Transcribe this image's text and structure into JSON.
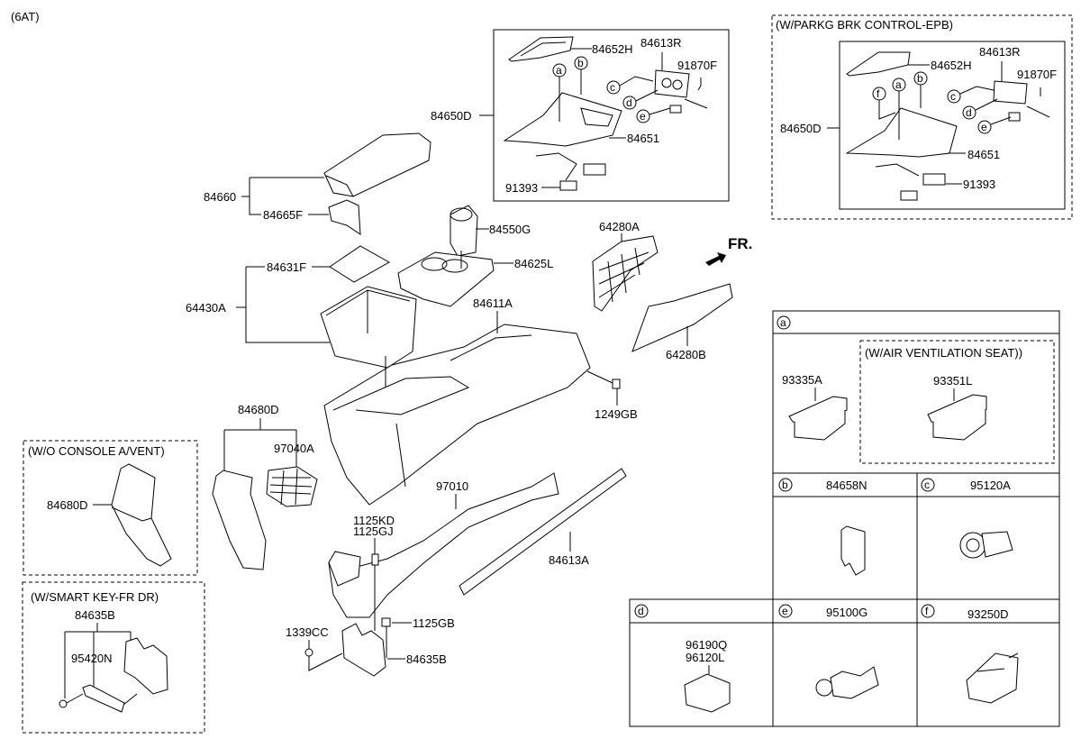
{
  "diagram": {
    "variant_note": "(6AT)",
    "direction_label": "FR.",
    "main_labels": {
      "p84660": "84660",
      "p84665F": "84665F",
      "p84631F": "84631F",
      "p64430A": "64430A",
      "p84550G": "84550G",
      "p84625L": "84625L",
      "p84611A": "84611A",
      "p64280A": "64280A",
      "p64280B": "64280B",
      "p1249GB": "1249GB",
      "p84680D": "84680D",
      "p97040A": "97040A",
      "p97010": "97010",
      "p1125KD": "1125KD",
      "p1125GJ": "1125GJ",
      "p84613A": "84613A",
      "p1339CC": "1339CC",
      "p1125GB": "1125GB",
      "p84635B": "84635B"
    },
    "shift_panel": {
      "assembly": "84650D",
      "bezel": "84652H",
      "switch_panel": "84613R",
      "connector": "91870F",
      "panel": "84651",
      "harness": "91393",
      "callouts": [
        "a",
        "b",
        "c",
        "d",
        "e"
      ]
    },
    "epb_box": {
      "title": "(W/PARKG BRK CONTROL-EPB)",
      "assembly": "84650D",
      "bezel": "84652H",
      "switch_panel": "84613R",
      "connector": "91870F",
      "panel": "84651",
      "harness": "91393",
      "callouts": [
        "f",
        "a",
        "b",
        "c",
        "d",
        "e"
      ]
    },
    "wo_vent_box": {
      "title": "(W/O CONSOLE A/VENT)",
      "part": "84680D"
    },
    "smart_key_box": {
      "title": "(W/SMART KEY-FR DR)",
      "part_top": "84635B",
      "part_inner": "95420N"
    },
    "legend_table": {
      "cell_a": {
        "key": "a",
        "part": "93335A",
        "sub_title": "(W/AIR VENTILATION SEAT))",
        "sub_part": "93351L"
      },
      "cell_b": {
        "key": "b",
        "part": "84658N"
      },
      "cell_c": {
        "key": "c",
        "part": "95120A"
      },
      "cell_d": {
        "key": "d",
        "parts": [
          "96190Q",
          "96120L"
        ]
      },
      "cell_e": {
        "key": "e",
        "part": "95100G"
      },
      "cell_f": {
        "key": "f",
        "part": "93250D"
      }
    }
  }
}
